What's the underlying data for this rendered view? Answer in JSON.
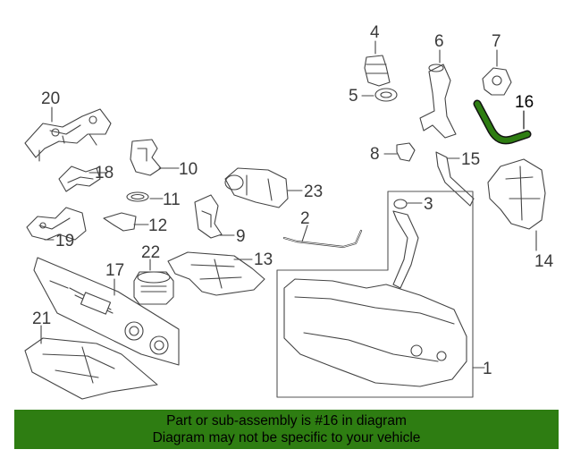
{
  "diagram": {
    "highlight_color": "#2e7d12",
    "highlighted_part": "16",
    "callouts": [
      {
        "id": "1",
        "label": "1"
      },
      {
        "id": "2",
        "label": "2"
      },
      {
        "id": "3",
        "label": "3"
      },
      {
        "id": "4",
        "label": "4"
      },
      {
        "id": "5",
        "label": "5"
      },
      {
        "id": "6",
        "label": "6"
      },
      {
        "id": "7",
        "label": "7"
      },
      {
        "id": "8",
        "label": "8"
      },
      {
        "id": "9",
        "label": "9"
      },
      {
        "id": "10",
        "label": "10"
      },
      {
        "id": "11",
        "label": "11"
      },
      {
        "id": "12",
        "label": "12"
      },
      {
        "id": "13",
        "label": "13"
      },
      {
        "id": "14",
        "label": "14"
      },
      {
        "id": "15",
        "label": "15"
      },
      {
        "id": "16",
        "label": "16"
      },
      {
        "id": "17",
        "label": "17"
      },
      {
        "id": "18",
        "label": "18"
      },
      {
        "id": "19",
        "label": "19"
      },
      {
        "id": "20",
        "label": "20"
      },
      {
        "id": "21",
        "label": "21"
      },
      {
        "id": "22",
        "label": "22"
      },
      {
        "id": "23",
        "label": "23"
      }
    ]
  },
  "banner": {
    "line1": "Part or sub-assembly is #16 in diagram",
    "line2": "Diagram may not be specific to your vehicle",
    "background": "#2e7d12"
  }
}
